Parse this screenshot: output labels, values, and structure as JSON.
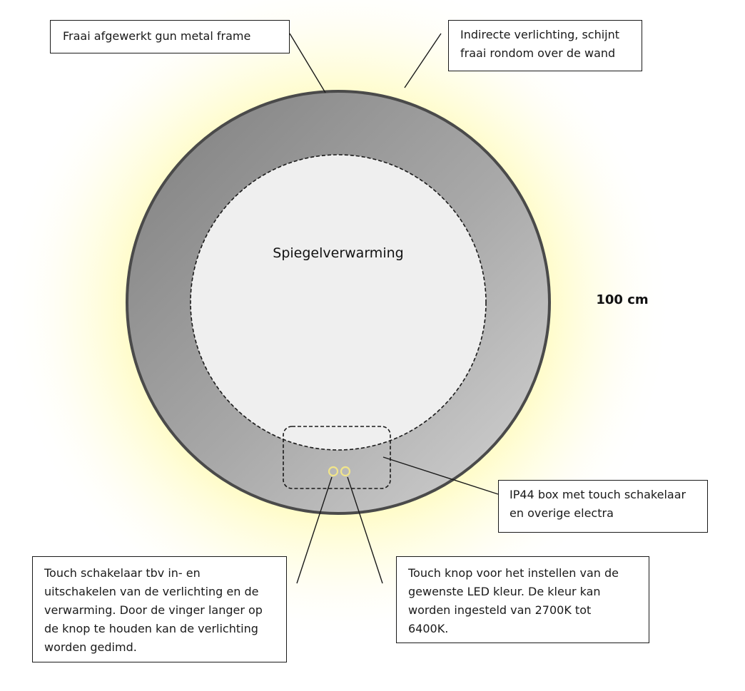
{
  "colors": {
    "glow": "#fffbb0",
    "frame_dark": "#7e7e7e",
    "frame_light": "#d4d4d4",
    "frame_outline": "#4a4a4a",
    "mirror_inner": "#efefef",
    "touch_ring": "#f1e58a",
    "stroke": "#1a1a1a"
  },
  "diagram": {
    "inner_label": "Spiegelverwarming",
    "size_label": "100 cm",
    "icons": [
      "frame-ring",
      "heated-zone-circle",
      "ip44-box",
      "touch-button-power-icon",
      "touch-button-color-icon"
    ]
  },
  "callouts": {
    "frame": {
      "lines": [
        "Fraai afgewerkt gun metal frame"
      ]
    },
    "lighting": {
      "lines": [
        "Indirecte verlichting, schijnt",
        "fraai rondom over de wand"
      ]
    },
    "ip44": {
      "lines": [
        "IP44 box met touch schakelaar",
        "en overige electra"
      ]
    },
    "touch_switch": {
      "lines": [
        "Touch schakelaar tbv in- en",
        "uitschakelen van de verlichting en de",
        "verwarming. Door de vinger langer op",
        "de knop te houden kan de verlichting",
        "worden gedimd."
      ]
    },
    "touch_color": {
      "lines": [
        "Touch knop voor het instellen van de",
        "gewenste LED kleur. De kleur kan",
        "worden ingesteld van 2700K tot",
        "6400K."
      ]
    }
  }
}
